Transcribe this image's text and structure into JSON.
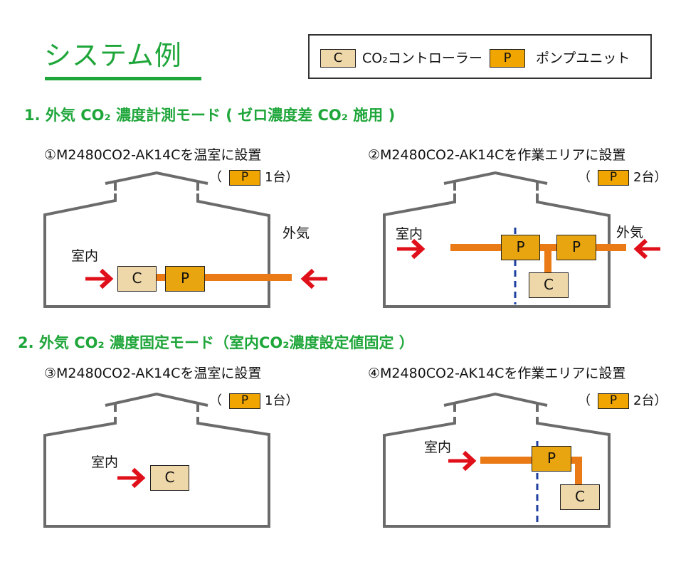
{
  "title": "システム例",
  "legend": {
    "controller": {
      "symbol": "C",
      "label": "CO₂コントローラー"
    },
    "pump": {
      "symbol": "P",
      "label": "ポンプユニット"
    }
  },
  "colors": {
    "accent_green": "#1fa63a",
    "controller_fill": "#eed7a8",
    "pump_fill": "#f0a500",
    "pipe_orange": "#ea7a15",
    "arrow_red": "#e0101a",
    "partition_blue": "#1e3fa0",
    "wall_gray": "#6b6b6b"
  },
  "sections": [
    {
      "heading": "1.  外気 CO₂ 濃度計測モード ( ゼロ濃度差 CO₂ 施用 )",
      "diagrams": [
        {
          "caption": "①M2480CO2-AK14Cを温室に設置",
          "pump_open": "（",
          "pump_symbol": "P",
          "pump_count": "1台）",
          "indoor_label": "室内",
          "outdoor_label": "外気",
          "controller": "C",
          "pumps": [
            "P"
          ]
        },
        {
          "caption": "②M2480CO2-AK14Cを作業エリアに設置",
          "pump_open": "（",
          "pump_symbol": "P",
          "pump_count": "2台）",
          "indoor_label": "室内",
          "outdoor_label": "外気",
          "controller": "C",
          "pumps": [
            "P",
            "P"
          ]
        }
      ]
    },
    {
      "heading": "2. 外気 CO₂ 濃度固定モード（室内CO₂濃度設定値固定 ）",
      "diagrams": [
        {
          "caption": "③M2480CO2-AK14Cを温室に設置",
          "pump_open": "（",
          "pump_symbol": "P",
          "pump_count": "1台）",
          "indoor_label": "室内",
          "controller": "C",
          "pumps": []
        },
        {
          "caption": "④M2480CO2-AK14Cを作業エリアに設置",
          "pump_open": "（",
          "pump_symbol": "P",
          "pump_count": "2台）",
          "indoor_label": "室内",
          "controller": "C",
          "pumps": [
            "P"
          ]
        }
      ]
    }
  ]
}
